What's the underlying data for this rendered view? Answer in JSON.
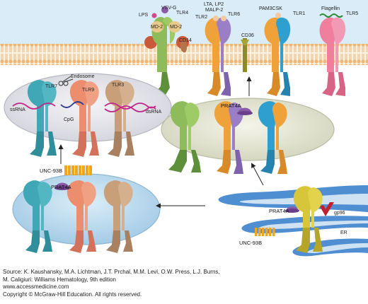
{
  "membrane": {
    "labels": {
      "vsvg": "VSV-G",
      "lps": "LPS",
      "md2_a": "MD-2",
      "md2_b": "MD-2",
      "tlr4": "TLR4",
      "cd14": "CD14",
      "lta": "LTA, LP2",
      "malp2": "MALP-2",
      "tlr2": "TLR2",
      "tlr6": "TLR6",
      "cd36": "CD36",
      "pamcsk": "PAM3CSK",
      "tlr1": "TLR1",
      "flagellin": "Flagellin",
      "tlr5": "TLR5"
    }
  },
  "endosome": {
    "title": "Endosome",
    "tlr7": "TLR7",
    "tlr9": "TLR9",
    "tlr3": "TLR3",
    "ssrna": "ssRNA",
    "cpg": "CpG",
    "dsrna": "dsRNA"
  },
  "vesicle_right": {
    "prat4a": "PRAT4A"
  },
  "vesicle_lower": {
    "prat4a": "PRAT4A",
    "unc93b": "UNC-93B"
  },
  "er": {
    "prat4a": "PRAT4A",
    "gp96": "gp96",
    "er": "ER",
    "unc93b": "UNC-93B"
  },
  "colors": {
    "membrane_top": "#d9ecf7",
    "lipid_head": "#e8a35a",
    "lipid_tail": "#f3d6a0",
    "er_blue": "#4f8fd1",
    "vesicle_fill": "#e4e6d5",
    "endosome_fill": "#e8e8ee",
    "tlr_teal": "#3fa7b5",
    "tlr_salmon": "#ec8d6e",
    "tlr_tan": "#c99f7a",
    "tlr_green": "#8fbc5a",
    "tlr_purple": "#9b7fc6",
    "tlr_orange": "#f0a23a",
    "tlr_pink": "#ef7f9d",
    "tlr_yellow": "#d7c53a",
    "unc93b": "#f0a51f",
    "prat4a": "#8a5aa8"
  },
  "caption": {
    "line1": "Source: K. Kaushansky, M.A. Lichtman, J.T. Prchal, M.M. Levi, O.W. Press, L.J. Burns,",
    "line2": "M. Caligiuri: Williams Hematology, 9th edition",
    "line3": "www.accessmedicine.com",
    "line4": "Copyright © McGraw-Hill Education.  All rights reserved."
  }
}
